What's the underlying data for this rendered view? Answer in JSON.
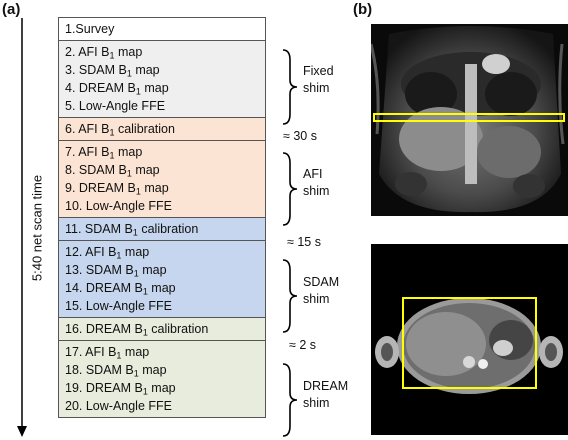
{
  "panel_a_label": "(a)",
  "panel_b_label": "(b)",
  "time_axis_label": "5:40 net scan time",
  "groups": [
    {
      "color": "#ffffff",
      "rows": [
        {
          "pre": "1.Survey"
        }
      ]
    },
    {
      "color": "#efefef",
      "rows": [
        {
          "pre": "2. AFI B",
          "sub": "1",
          "post": " map"
        },
        {
          "pre": "3. SDAM B",
          "sub": "1",
          "post": " map"
        },
        {
          "pre": "4. DREAM B",
          "sub": "1",
          "post": " map"
        },
        {
          "pre": "5. Low-Angle FFE"
        }
      ]
    },
    {
      "color": "#fce4d4",
      "rows": [
        {
          "pre": "6. AFI B",
          "sub": "1",
          "post": " calibration"
        }
      ]
    },
    {
      "color": "#fce4d4",
      "rows": [
        {
          "pre": "7. AFI B",
          "sub": "1",
          "post": " map"
        },
        {
          "pre": "8. SDAM B",
          "sub": "1",
          "post": " map"
        },
        {
          "pre": "9. DREAM B",
          "sub": "1",
          "post": " map"
        },
        {
          "pre": "10. Low-Angle FFE"
        }
      ]
    },
    {
      "color": "#c6d6ee",
      "rows": [
        {
          "pre": "11. SDAM B",
          "sub": "1",
          "post": " calibration"
        }
      ]
    },
    {
      "color": "#c6d6ee",
      "rows": [
        {
          "pre": "12. AFI B",
          "sub": "1",
          "post": " map"
        },
        {
          "pre": "13. SDAM B",
          "sub": "1",
          "post": " map"
        },
        {
          "pre": "14. DREAM B",
          "sub": "1",
          "post": " map"
        },
        {
          "pre": "15. Low-Angle FFE"
        }
      ]
    },
    {
      "color": "#e8ecdc",
      "rows": [
        {
          "pre": "16. DREAM B",
          "sub": "1",
          "post": " calibration"
        }
      ]
    },
    {
      "color": "#e8ecdc",
      "rows": [
        {
          "pre": "17. AFI B",
          "sub": "1",
          "post": " map"
        },
        {
          "pre": "18. SDAM B",
          "sub": "1",
          "post": " map"
        },
        {
          "pre": "19. DREAM B",
          "sub": "1",
          "post": " map"
        },
        {
          "pre": "20. Low-Angle FFE"
        }
      ]
    }
  ],
  "annotations": {
    "fixed_shim": "Fixed\nshim",
    "afi_time": "≈ 30 s",
    "afi_shim": "AFI\nshim",
    "sdam_time": "≈ 15 s",
    "sdam_shim": "SDAM\nshim",
    "dream_time": "≈ 2 s",
    "dream_shim": "DREAM\nshim"
  },
  "highlight_color": "#ffff00"
}
